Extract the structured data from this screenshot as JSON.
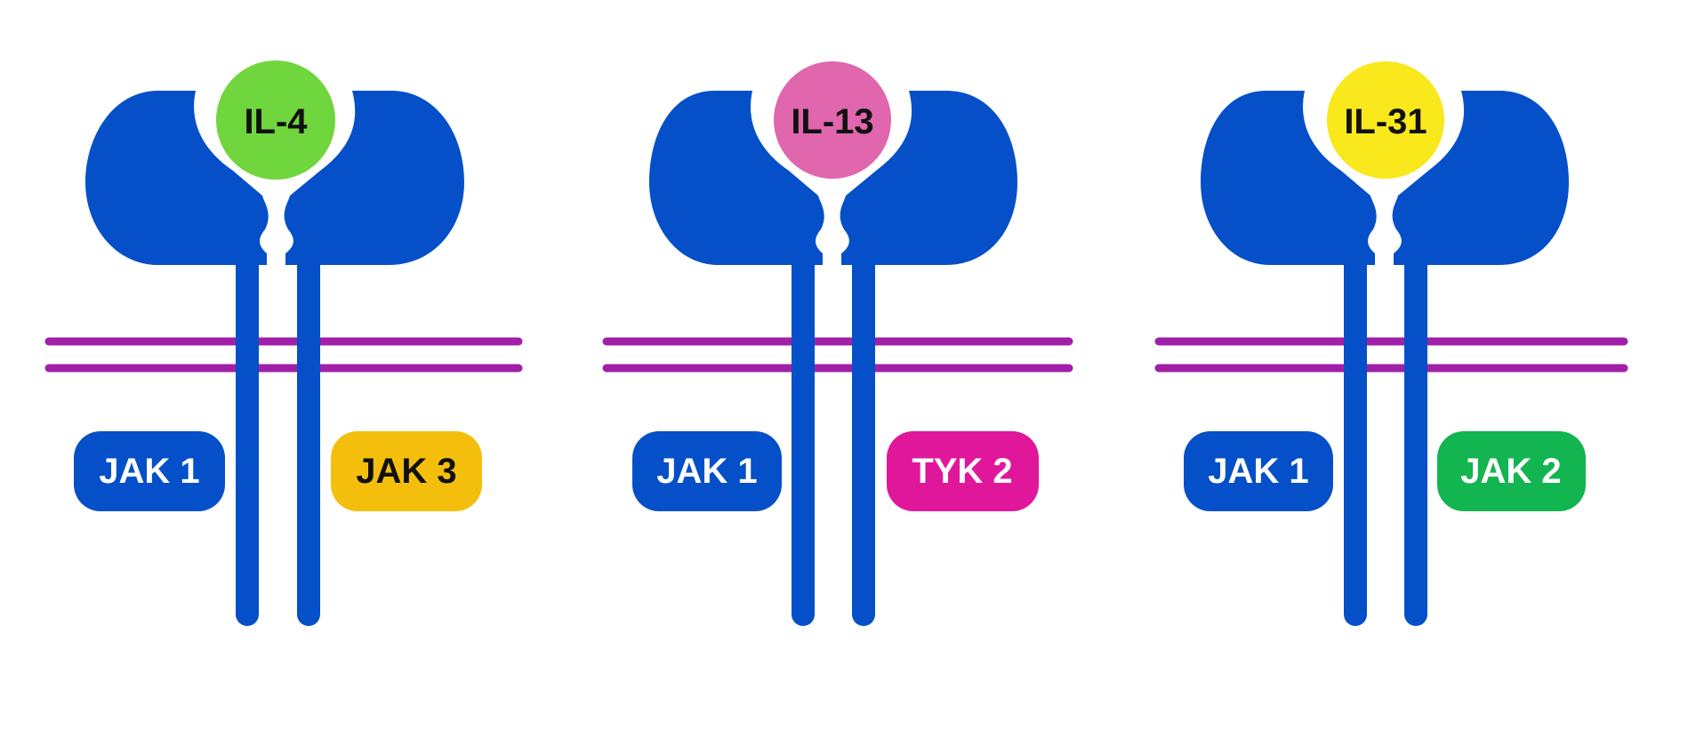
{
  "receptors": [
    {
      "cytokine": {
        "label": "IL-4",
        "color": "#6fd63e"
      },
      "left_kinase": {
        "label": "JAK 1",
        "color": "#0550c8",
        "text_color": "#ffffff"
      },
      "right_kinase": {
        "label": "JAK 3",
        "color": "#f4bf0c",
        "text_color": "#111111"
      }
    },
    {
      "cytokine": {
        "label": "IL-13",
        "color": "#e066ad"
      },
      "left_kinase": {
        "label": "JAK 1",
        "color": "#0550c8",
        "text_color": "#ffffff"
      },
      "right_kinase": {
        "label": "TYK 2",
        "color": "#e0179b",
        "text_color": "#ffffff"
      }
    },
    {
      "cytokine": {
        "label": "IL-31",
        "color": "#f8e81c"
      },
      "left_kinase": {
        "label": "JAK 1",
        "color": "#0550c8",
        "text_color": "#ffffff"
      },
      "right_kinase": {
        "label": "JAK 2",
        "color": "#12b550",
        "text_color": "#ffffff"
      }
    }
  ],
  "colors": {
    "receptor": "#0550c8",
    "membrane": "#a020a8"
  }
}
